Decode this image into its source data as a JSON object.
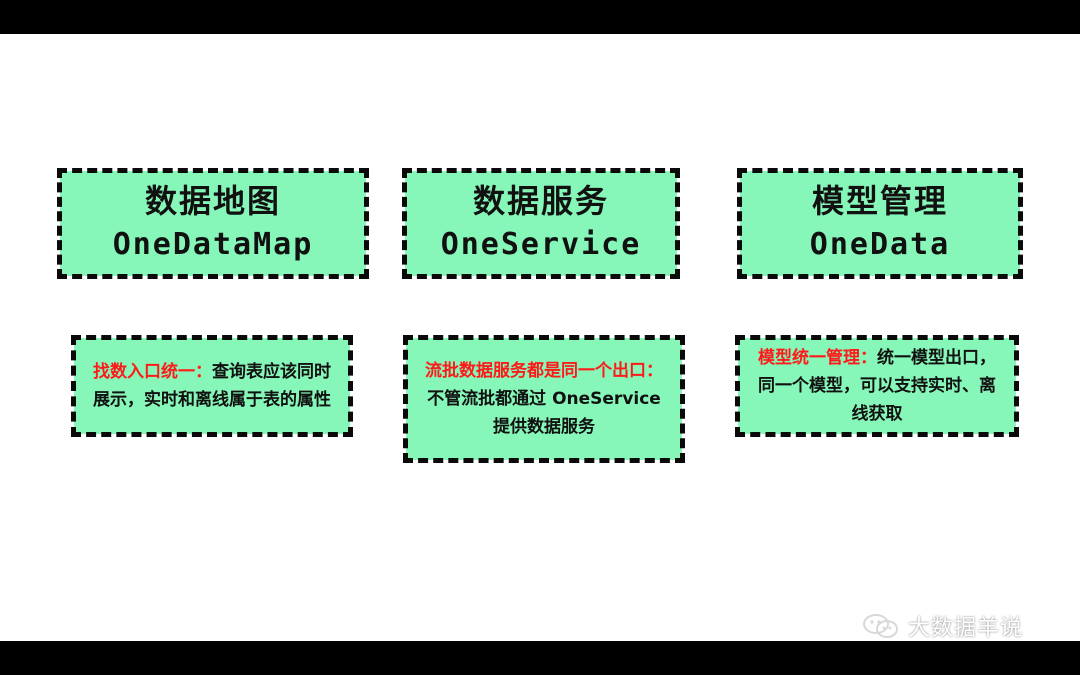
{
  "colors": {
    "box_fill": "#86f7b8",
    "border": "#0a0a0a",
    "highlight": "#ff1a1a",
    "background": "#ffffff"
  },
  "modules": [
    {
      "title_cn": "数据地图",
      "title_en": "OneDataMap",
      "desc_highlight": "找数入口统一：",
      "desc_text": "查询表应该同时展示，实时和离线属于表的属性"
    },
    {
      "title_cn": "数据服务",
      "title_en": "OneService",
      "desc_highlight": "流批数据服务都是同一个出口：",
      "desc_text": "不管流批都通过 OneService 提供数据服务"
    },
    {
      "title_cn": "模型管理",
      "title_en": "OneData",
      "desc_highlight": "模型统一管理：",
      "desc_text": "统一模型出口，同一个模型，可以支持实时、离线获取"
    }
  ],
  "watermark": {
    "text": "大数据羊说",
    "icon": "wechat-icon"
  }
}
